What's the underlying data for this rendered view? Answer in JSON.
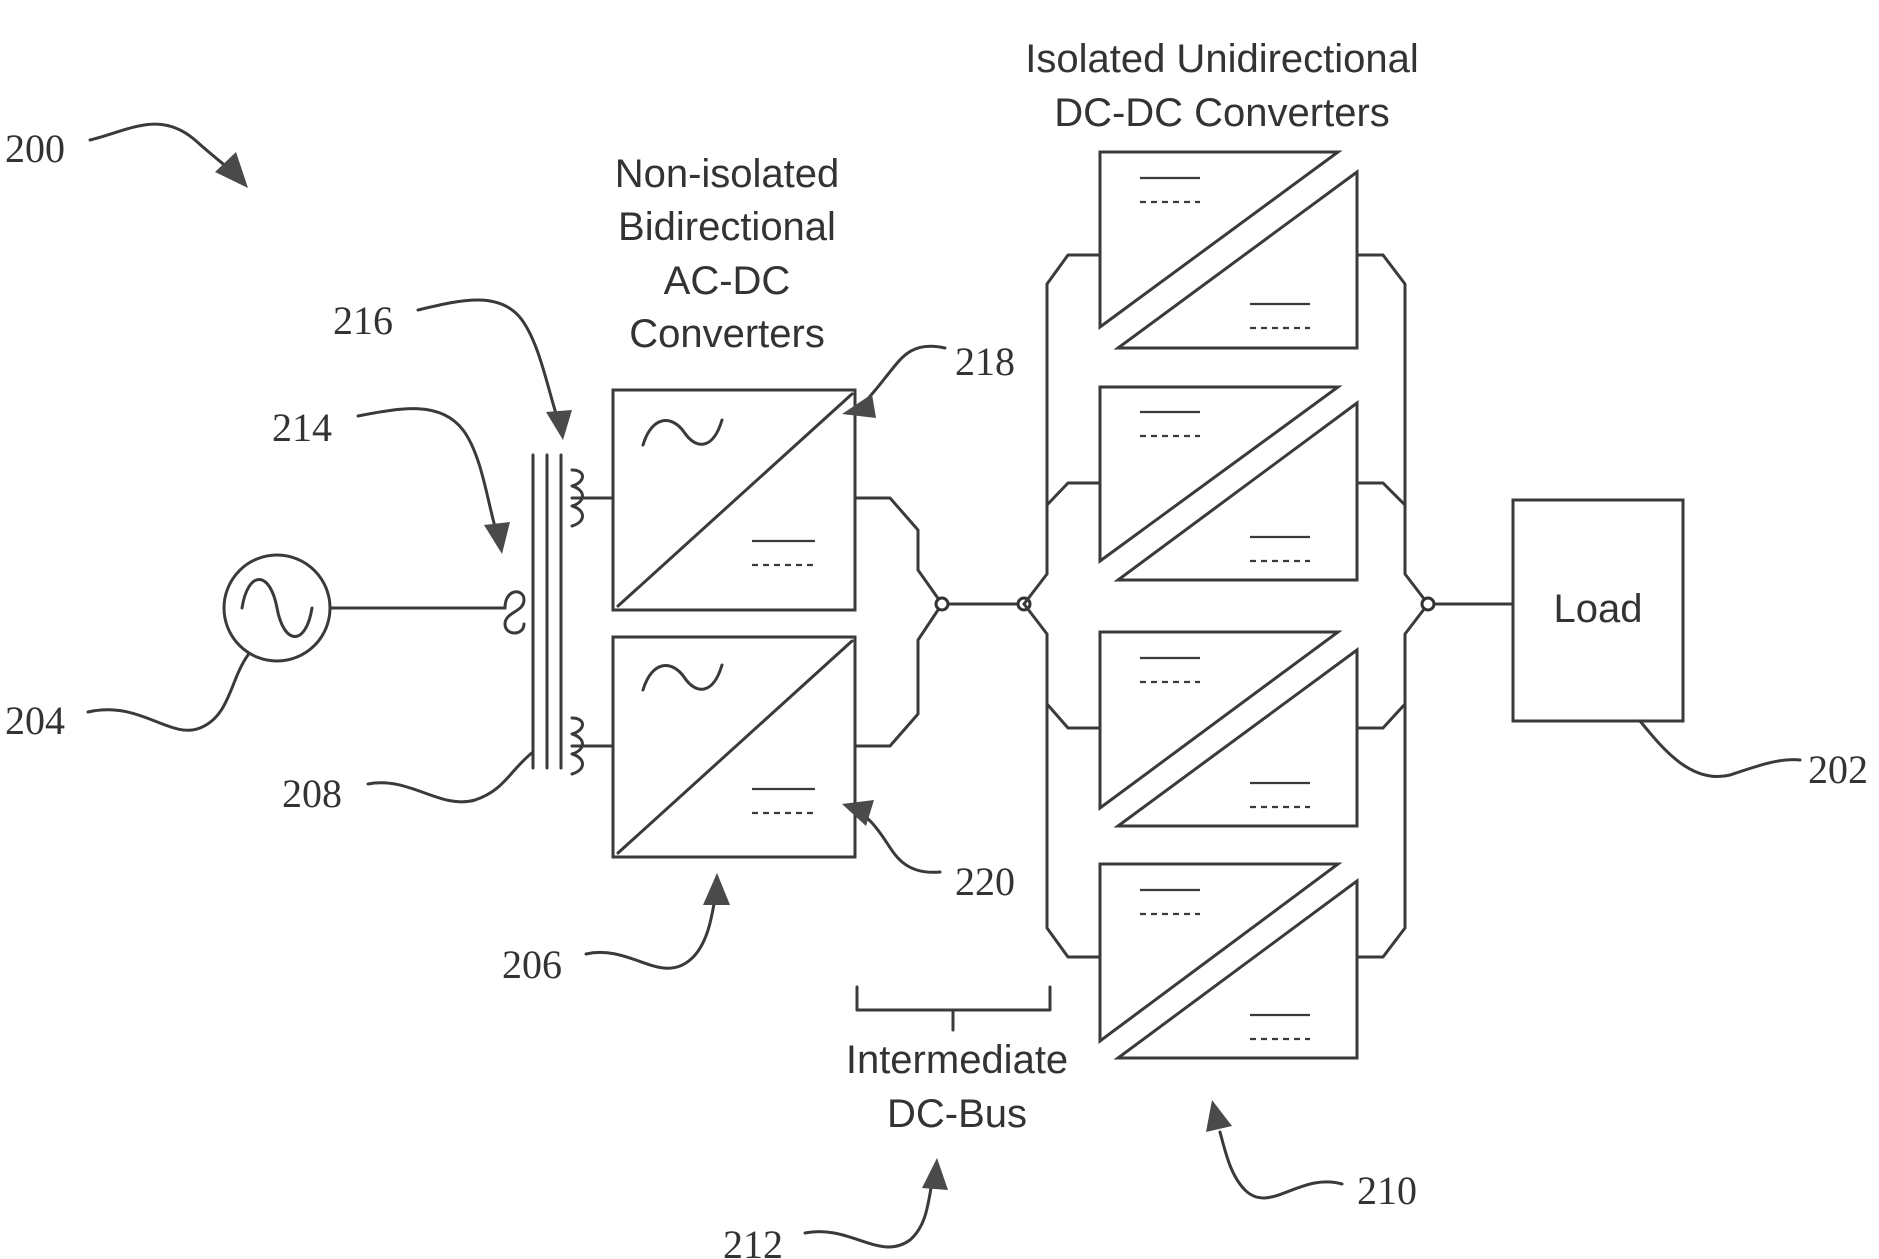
{
  "labels": {
    "isolated_line1": "Isolated Unidirectional",
    "isolated_line2": "DC-DC Converters",
    "nonisolated_line1": "Non-isolated",
    "nonisolated_line2": "Bidirectional",
    "nonisolated_line3": "AC-DC",
    "nonisolated_line4": "Converters",
    "bus_line1": "Intermediate",
    "bus_line2": "DC-Bus",
    "load": "Load"
  },
  "refs": {
    "r200": "200",
    "r216": "216",
    "r214": "214",
    "r218": "218",
    "r204": "204",
    "r208": "208",
    "r220": "220",
    "r206": "206",
    "r202": "202",
    "r210": "210",
    "r212": "212"
  }
}
